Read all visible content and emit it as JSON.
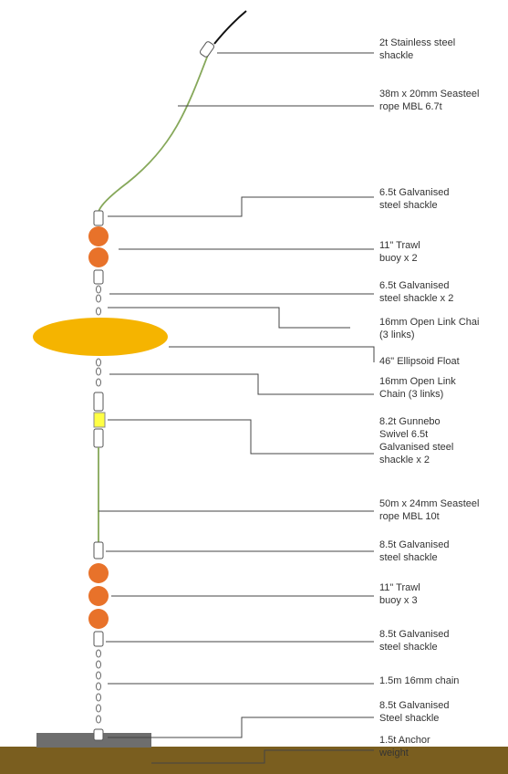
{
  "labels": {
    "shackle_2t": "2t Stainless steel\nshackle",
    "rope_38m": "38m x 20mm Seasteel\nrope MBL 6.7t",
    "shackle_6_5t": "6.5t Galvanised\nsteel shackle",
    "trawl_buoy_2": "11\" Trawl\nbuoy x 2",
    "shackle_6_5t_x2": "6.5t Galvanised\nsteel shackle x 2",
    "chain_open_link_top": "16mm Open Link Chai\n(3 links)",
    "ellipsoid_float": "46\" Ellipsoid Float",
    "chain_open_link_bottom": "16mm Open Link\nChain (3 links)",
    "swivel": "8.2t Gunnebo\nSwivel 6.5t\nGalvanised steel\nshackle x 2",
    "rope_50m": "50m x 24mm Seasteel\nrope MBL 10t",
    "shackle_8_5t_a": "8.5t Galvanised\nsteel shackle",
    "trawl_buoy_3": "11\" Trawl\nbuoy x 3",
    "shackle_8_5t_b": "8.5t Galvanised\nsteel shackle",
    "chain_1_5m": "1.5m 16mm chain",
    "shackle_8_5t_c": "8.5t Galvanised\nSteel shackle",
    "anchor_weight": "1.5t Anchor\nweight"
  },
  "colors": {
    "buoy": "#e8722a",
    "float": "#f5b400",
    "rope": "#86a85a",
    "swivel": "#ffff44",
    "anchor": "#6e6e6e",
    "seabed": "#7a5e1f",
    "leader": "#444444"
  }
}
